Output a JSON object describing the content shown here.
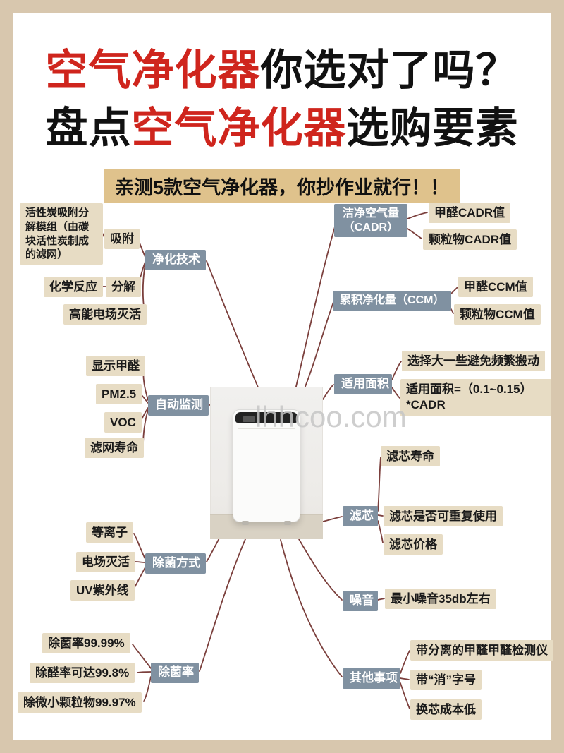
{
  "header": {
    "title_line1": {
      "highlight": "空气净化器",
      "rest": "你选对了吗？"
    },
    "title_line2": {
      "start": "盘点",
      "highlight": "空气净化器",
      "rest": "选购要素"
    },
    "banner": "亲测5款空气净化器，你抄作业就行！！"
  },
  "watermark": "lhhcoo.com",
  "colors": {
    "accent_red": "#cf251d",
    "frame_bg": "#d8c7ae",
    "banner_bg": "#dfc28c",
    "branch_bg": "#8091a1",
    "branch_text": "#ffffff",
    "leaf_bg": "#e7dcc4",
    "connector": "#7b3f3c",
    "watermark": "#c6c6c6"
  },
  "mindmap": {
    "branches": [
      {
        "label": "净化技术",
        "children": [
          "吸附",
          "活性炭吸附分解模组（由碳块活性炭制成的滤网）",
          "化学反应",
          "分解",
          "高能电场灭活"
        ]
      },
      {
        "label": "自动监测",
        "children": [
          "显示甲醛",
          "PM2.5",
          "VOC",
          "滤网寿命"
        ]
      },
      {
        "label": "除菌方式",
        "children": [
          "等离子",
          "电场灭活",
          "UV紫外线"
        ]
      },
      {
        "label": "除菌率",
        "children": [
          "除菌率99.99%",
          "除醛率可达99.8%",
          "除微小颗粒物99.97%"
        ]
      },
      {
        "label": "洁净空气量（CADR）",
        "children": [
          "甲醛CADR值",
          "颗粒物CADR值"
        ]
      },
      {
        "label": "累积净化量（CCM）",
        "children": [
          "甲醛CCM值",
          "颗粒物CCM值"
        ]
      },
      {
        "label": "适用面积",
        "children": [
          "选择大一些避免频繁搬动",
          "适用面积=（0.1~0.15）*CADR"
        ]
      },
      {
        "label": "滤芯",
        "children": [
          "滤芯寿命",
          "滤芯是否可重复使用",
          "滤芯价格"
        ]
      },
      {
        "label": "噪音",
        "children": [
          "最小噪音35db左右"
        ]
      },
      {
        "label": "其他事项",
        "children": [
          "带分离的甲醛甲醛检测仪",
          "带“消”字号",
          "换芯成本低"
        ]
      }
    ]
  }
}
